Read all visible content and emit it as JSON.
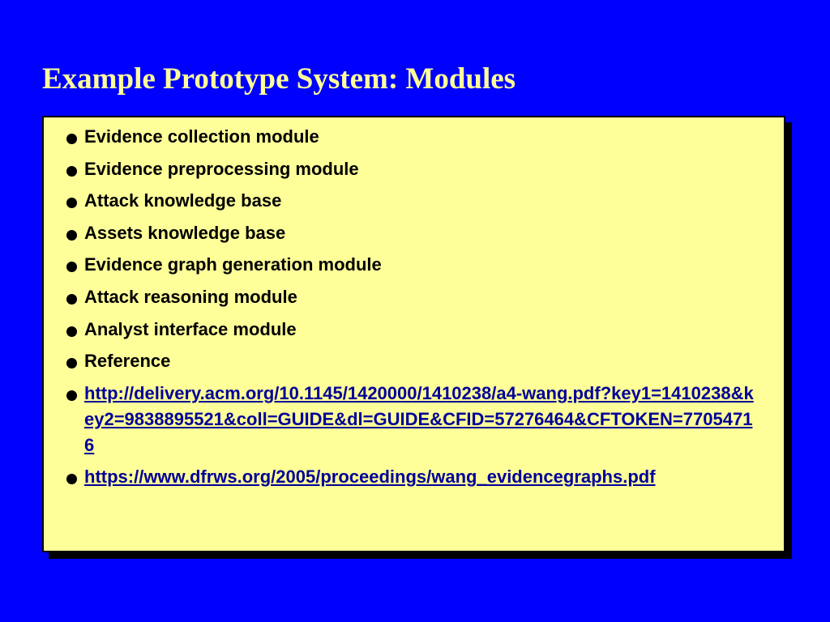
{
  "slide": {
    "title": "Example Prototype System: Modules",
    "colors": {
      "background": "#0000ff",
      "title": "#ffff99",
      "box_fill": "#ffff99",
      "box_shadow": "#000000",
      "text": "#000000",
      "link": "#000099"
    }
  },
  "bullets": [
    {
      "text": "Evidence collection module"
    },
    {
      "text": "Evidence preprocessing module"
    },
    {
      "text": "Attack knowledge base"
    },
    {
      "text": "Assets knowledge base"
    },
    {
      "text": "Evidence graph generation module"
    },
    {
      "text": "Attack reasoning module"
    },
    {
      "text": "Analyst interface module"
    },
    {
      "text": "Reference"
    }
  ],
  "links": [
    {
      "text": "http://delivery.acm.org/10.1145/1420000/1410238/a4-wang.pdf?key1=1410238&key2=9838895521&coll=GUIDE&dl=GUIDE&CFID=57276464&CFTOKEN=77054716"
    },
    {
      "text": "https://www.dfrws.org/2005/proceedings/wang_evidencegraphs.pdf"
    }
  ]
}
